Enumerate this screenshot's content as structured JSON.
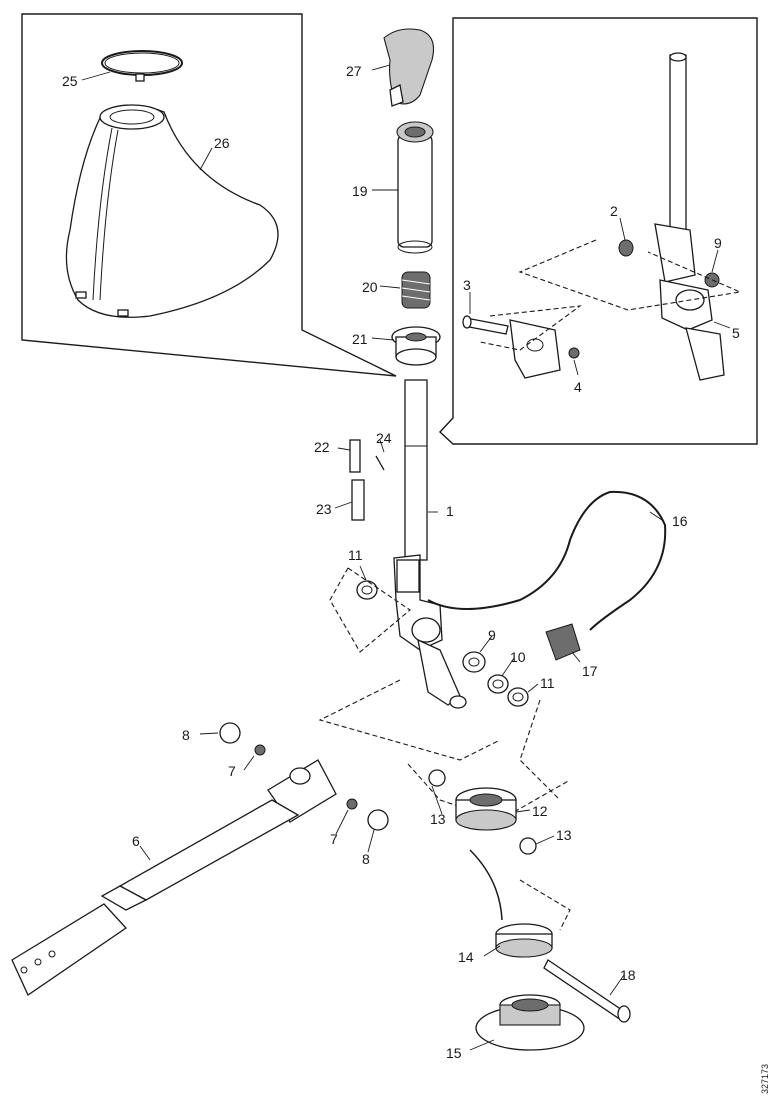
{
  "labels": {
    "p1": "1",
    "p2": "2",
    "p3": "3",
    "p4": "4",
    "p5": "5",
    "p6": "6",
    "p7a": "7",
    "p7b": "7",
    "p8a": "8",
    "p8b": "8",
    "p9a": "9",
    "p9b": "9",
    "p10": "10",
    "p11a": "11",
    "p11b": "11",
    "p12": "12",
    "p13a": "13",
    "p13b": "13",
    "p14": "14",
    "p15": "15",
    "p16": "16",
    "p17": "17",
    "p18": "18",
    "p19": "19",
    "p20": "20",
    "p21": "21",
    "p22": "22",
    "p23": "23",
    "p24": "24",
    "p25": "25",
    "p26": "26",
    "p27": "27"
  },
  "reference_code": "327173"
}
